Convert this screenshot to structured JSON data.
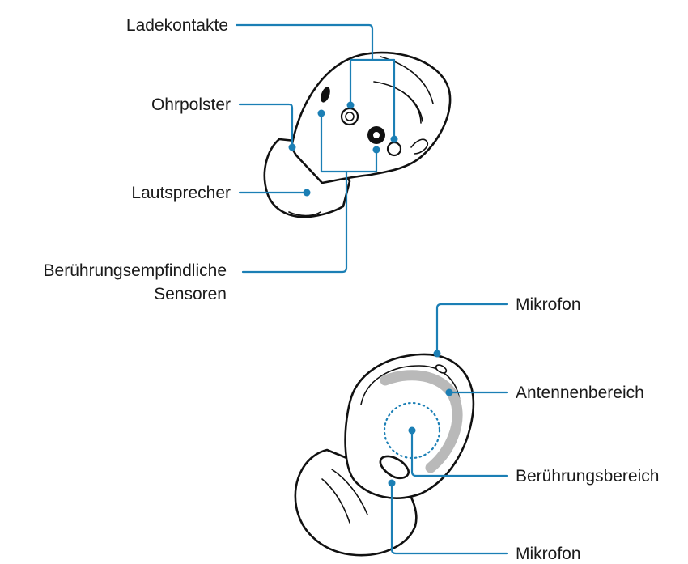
{
  "top_view": {
    "labels": {
      "charging_contacts": "Ladekontakte",
      "ear_cushion": "Ohrpolster",
      "speaker": "Lautsprecher",
      "touch_sensors_line1": "Berührungsempfindliche",
      "touch_sensors_line2": "Sensoren"
    }
  },
  "front_view": {
    "labels": {
      "microphone_top": "Mikrofon",
      "antenna_area": "Antennenbereich",
      "touch_area": "Berührungsbereich",
      "microphone_bottom": "Mikrofon"
    }
  },
  "colors": {
    "leader": "#1b7fb5",
    "antenna": "#b9b9b9",
    "outline": "#111111"
  }
}
